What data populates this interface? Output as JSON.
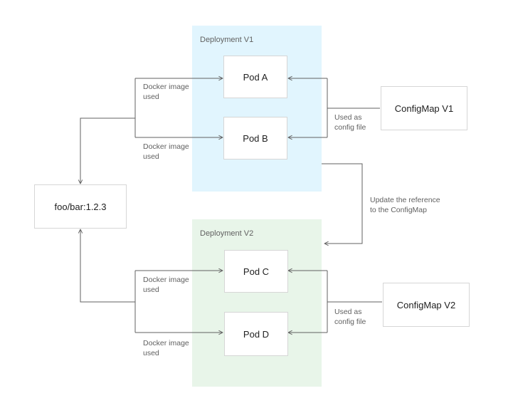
{
  "deployments": [
    {
      "label": "Deployment V1",
      "pods": [
        "Pod A",
        "Pod B"
      ],
      "color": "#e1f5fe"
    },
    {
      "label": "Deployment V2",
      "pods": [
        "Pod C",
        "Pod D"
      ],
      "color": "#e8f5e9"
    }
  ],
  "image": {
    "label": "foo/bar:1.2.3"
  },
  "configmaps": [
    {
      "label": "ConfigMap V1"
    },
    {
      "label": "ConfigMap V2"
    }
  ],
  "edge_labels": {
    "docker_image_used": "Docker image\nused",
    "used_as_config_file": "Used as\nconfig file",
    "update_reference": "Update the reference\nto the ConfigMap"
  },
  "colors": {
    "line": "#616161",
    "box_border": "#d6d6d6",
    "text": "#212121",
    "muted_text": "#616161"
  }
}
